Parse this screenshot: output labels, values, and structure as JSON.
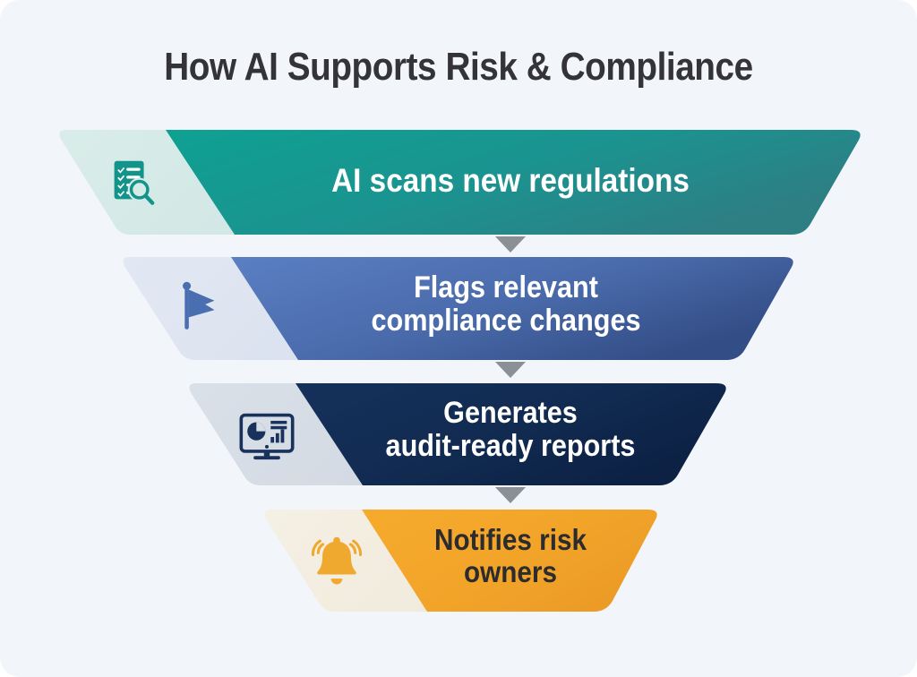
{
  "page": {
    "title": "How AI Supports Risk & Compliance",
    "background_color": "#f2f5fa",
    "title_color": "#333338"
  },
  "chart_data": {
    "type": "funnel",
    "title": "How AI Supports Risk & Compliance",
    "orientation": "vertical-descending",
    "stage_count": 4,
    "stages": [
      {
        "index": 1,
        "label": "AI scans new regulations",
        "lines": [
          "AI scans new regulations"
        ],
        "icon": "clipboard-search-icon",
        "fill_color": "#0e9e8d",
        "fill_color_end": "#2f7f83",
        "panel_color": "#d6eae7",
        "text_color": "#ffffff",
        "icon_color": "#13948b",
        "width_rank": 1
      },
      {
        "index": 2,
        "label": "Flags relevant compliance changes",
        "lines": [
          "Flags relevant",
          "compliance changes"
        ],
        "icon": "flag-icon",
        "fill_color": "#5679bc",
        "fill_color_end": "#36508a",
        "panel_color": "#dfe5f1",
        "text_color": "#ffffff",
        "icon_color": "#4a6fb0",
        "width_rank": 2
      },
      {
        "index": 3,
        "label": "Generates audit-ready reports",
        "lines": [
          "Generates",
          "audit-ready reports"
        ],
        "icon": "monitor-dashboard-icon",
        "fill_color": "#132e56",
        "fill_color_end": "#0d2346",
        "panel_color": "#d7dde5",
        "text_color": "#ffffff",
        "icon_color": "#18325c",
        "width_rank": 3
      },
      {
        "index": 4,
        "label": "Notifies risk owners",
        "lines": [
          "Notifies risk",
          "owners"
        ],
        "icon": "bell-ringing-icon",
        "fill_color": "#f5a82b",
        "fill_color_end": "#efa029",
        "panel_color": "#f3eee2",
        "text_color": "#2c2c2e",
        "icon_color": "#f0a92f",
        "width_rank": 4
      }
    ],
    "connectors": {
      "shape": "down-triangle",
      "color": "#8a9096",
      "count": 3
    }
  }
}
